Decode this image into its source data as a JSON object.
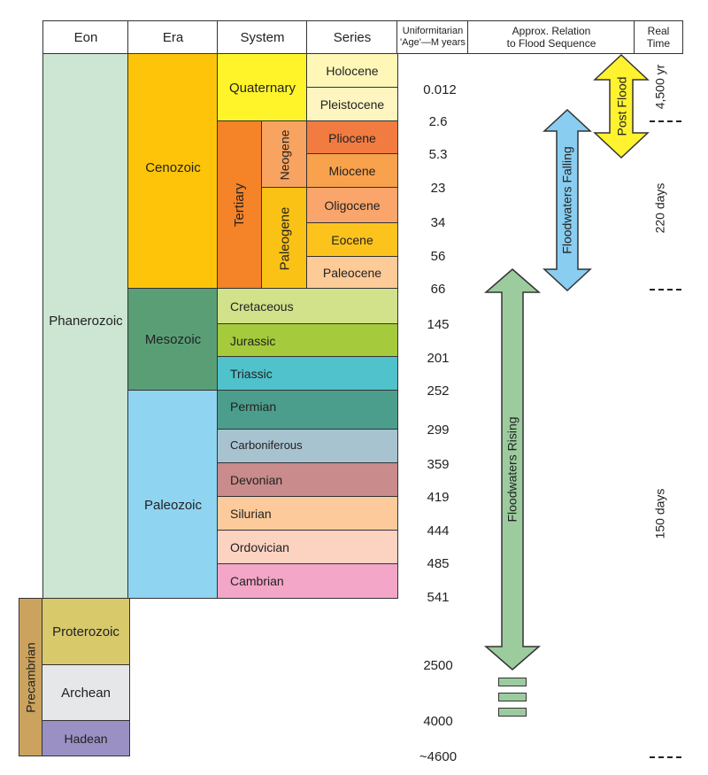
{
  "headers": {
    "eon": "Eon",
    "era": "Era",
    "system": "System",
    "series": "Series",
    "age_line1": "Uniformitarian",
    "age_line2": "'Age'—M years",
    "relation_line1": "Approx. Relation",
    "relation_line2": "to Flood Sequence",
    "realtime_line1": "Real",
    "realtime_line2": "Time"
  },
  "eons": {
    "phanerozoic": "Phanerozoic",
    "precambrian": "Precambrian",
    "proterozoic": "Proterozoic",
    "archean": "Archean",
    "hadean": "Hadean"
  },
  "eras": {
    "cenozoic": "Cenozoic",
    "mesozoic": "Mesozoic",
    "paleozoic": "Paleozoic"
  },
  "systems": {
    "quaternary": "Quaternary",
    "tertiary": "Tertiary",
    "neogene": "Neogene",
    "paleogene": "Paleogene",
    "cretaceous": "Cretaceous",
    "jurassic": "Jurassic",
    "triassic": "Triassic",
    "permian": "Permian",
    "carboniferous": "Carboniferous",
    "devonian": "Devonian",
    "silurian": "Silurian",
    "ordovician": "Ordovician",
    "cambrian": "Cambrian"
  },
  "series": {
    "holocene": "Holocene",
    "pleistocene": "Pleistocene",
    "pliocene": "Pliocene",
    "miocene": "Miocene",
    "oligocene": "Oligocene",
    "eocene": "Eocene",
    "paleocene": "Paleocene"
  },
  "ages": [
    "0.012",
    "2.6",
    "5.3",
    "23",
    "34",
    "56",
    "66",
    "145",
    "201",
    "252",
    "299",
    "359",
    "419",
    "444",
    "485",
    "541",
    "2500",
    "4000",
    "~4600"
  ],
  "flood": {
    "post_flood": "Post Flood",
    "falling": "Floodwaters Falling",
    "rising": "Floodwaters Rising"
  },
  "real_time": {
    "post": "4,500 yr",
    "falling": "220 days",
    "rising": "150 days"
  },
  "colors": {
    "phanerozoic": "#cde5d3",
    "cenozoic": "#fdc409",
    "mesozoic": "#5a9e76",
    "paleozoic": "#8fd4f1",
    "quaternary": "#fff42a",
    "tertiary": "#f58327",
    "neogene": "#f9a361",
    "paleogene": "#fbc216",
    "holocene": "#fff7b8",
    "pleistocene": "#fff5c0",
    "pliocene": "#f27b41",
    "miocene": "#f8a24e",
    "oligocene": "#f9a56b",
    "eocene": "#fdc31d",
    "paleocene": "#fccb98",
    "cretaceous": "#d1e28a",
    "jurassic": "#a5ca3b",
    "triassic": "#4fc2cc",
    "permian": "#4c9e8c",
    "carboniferous": "#a7c3cf",
    "devonian": "#c98b8b",
    "silurian": "#fdcb9b",
    "ordovician": "#fcd2c1",
    "cambrian": "#f3a6c8",
    "precambrian": "#cba35e",
    "proterozoic": "#d8c96b",
    "archean": "#e6e7e8",
    "hadean": "#9b90c4",
    "arrow_post": "#fff22f",
    "arrow_falling": "#89cdf0",
    "arrow_rising": "#9ccc9e"
  }
}
